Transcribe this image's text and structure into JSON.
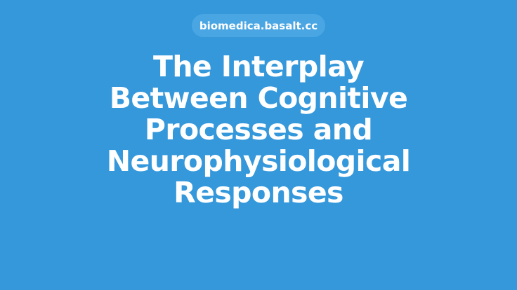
{
  "site": {
    "domain_label": "biomedica.basalt.cc"
  },
  "article": {
    "title_lines": [
      "The Interplay",
      "Between Cognitive",
      "Processes and",
      "Neurophysiological",
      "Responses"
    ],
    "title": "The Interplay Between Cognitive Processes and Neurophysiological Responses"
  },
  "colors": {
    "background": "#3498db",
    "pill_background": "#4aa6e3",
    "text": "#ffffff"
  }
}
